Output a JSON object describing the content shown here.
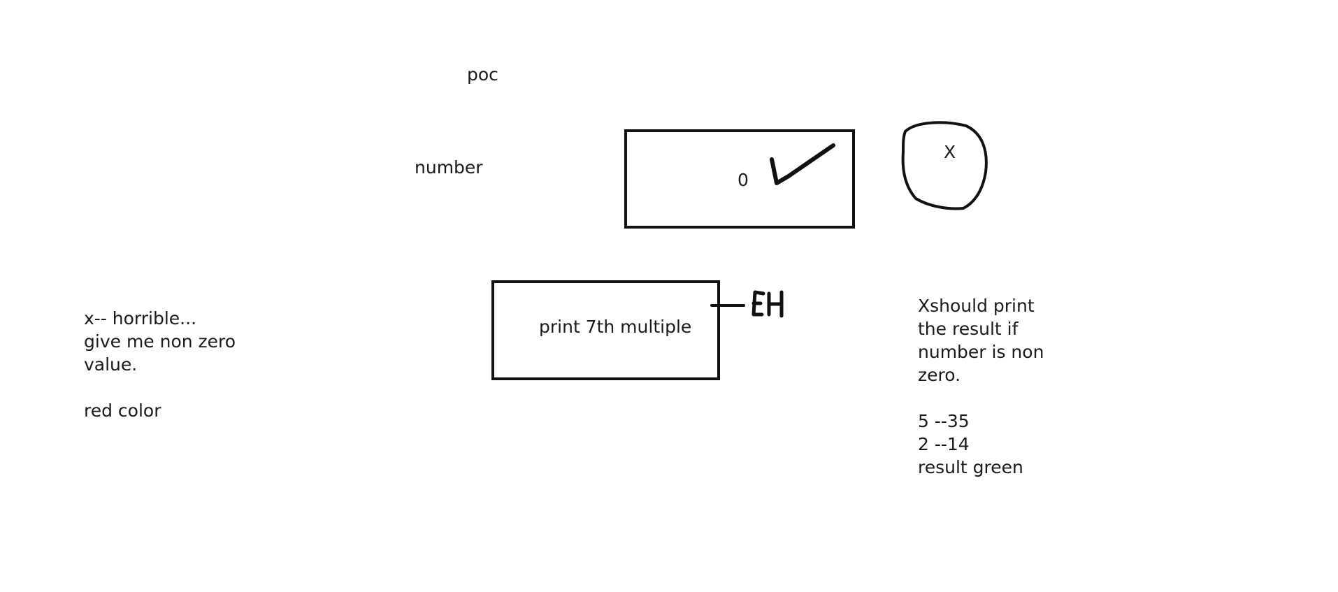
{
  "title": "poc",
  "number_field": {
    "label": "number",
    "value": "0"
  },
  "clear_button": {
    "label": "X"
  },
  "print_button": {
    "label": "print 7th multiple"
  },
  "annotations": {
    "error_note": "x-- horrible...\ngive me non zero\nvalue.\n\nred color",
    "result_note": "Xshould print\nthe result if\nnumber is non\nzero.\n\n5 --35\n2 --14\nresult green"
  },
  "icons": {
    "valid": "checkmark-icon",
    "clear": "circle-x-icon",
    "eh_marker": "eh-handwritten-label"
  }
}
